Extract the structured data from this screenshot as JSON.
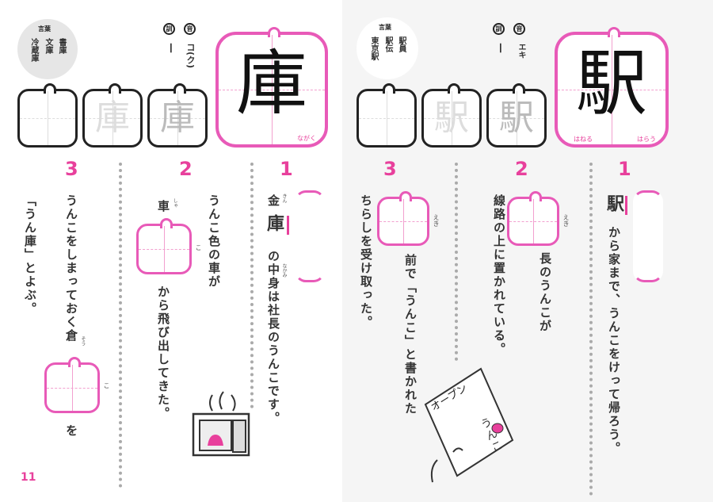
{
  "left_page": {
    "kanji": "庫",
    "reading_labels": {
      "on": "音",
      "kun": "訓"
    },
    "on_reading": "コ(ク)",
    "kun_reading": "—",
    "vocab_label": "言葉",
    "vocab": [
      "書庫",
      "文庫",
      "冷蔵庫"
    ],
    "stroke_note": "ながく",
    "page_number": "11",
    "questions": {
      "q1": {
        "number": "1",
        "pre": "金",
        "pre_ruby": "きん",
        "target": "庫",
        "text": "の中身は社長のうんこです。",
        "ruby": "なかみ"
      },
      "q2": {
        "number": "2",
        "line1": "うんこ色の車が",
        "pre": "車",
        "pre_ruby": "しゃ",
        "box_ruby": "こ",
        "text": "から飛び出してきた。"
      },
      "q3": {
        "number": "3",
        "line1": "うんこをしまっておく倉",
        "line1_ruby": "そう",
        "box_ruby": "こ",
        "after": "を",
        "line2": "「うん庫」とよぶ。"
      }
    }
  },
  "right_page": {
    "kanji": "駅",
    "reading_labels": {
      "on": "音",
      "kun": "訓"
    },
    "on_reading": "エキ",
    "kun_reading": "—",
    "vocab_label": "言葉",
    "vocab": [
      "駅員",
      "駅伝",
      "東京駅"
    ],
    "stroke_notes": [
      "はねる",
      "はらう"
    ],
    "questions": {
      "q1": {
        "number": "1",
        "target": "駅",
        "text": "から家まで、うんこをけって帰ろう。"
      },
      "q2": {
        "number": "2",
        "box_ruby": "えき",
        "line1": "長のうんこが",
        "line2": "線路の上に置かれている。"
      },
      "q3": {
        "number": "3",
        "box_ruby": "えき",
        "line1": "前で「うんこ」と書かれた",
        "line2": "ちらしを受け取った。"
      }
    },
    "flyer_text": [
      "オープン",
      "うんこ"
    ]
  },
  "colors": {
    "accent": "#e8409c",
    "box": "#e85ab8"
  }
}
